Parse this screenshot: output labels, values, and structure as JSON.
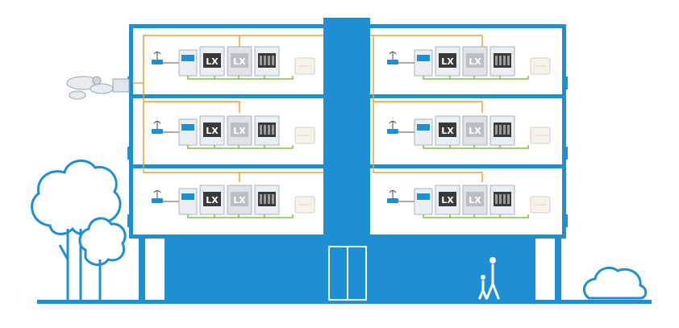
{
  "colors": {
    "building": "#1e8fd2",
    "bus_wire": "#e8a23a",
    "green_wire": "#7fc04a",
    "module_body": "#eceff1",
    "module_dark": "#3a3a3a",
    "plate": "#f5f3ea",
    "window_fill": "#ffffff",
    "background": "#ffffff"
  },
  "icons": {
    "router": "wifi-router-icon",
    "module": "din-rail-module-icon",
    "wall_switch": "wall-switch-icon",
    "ceiling_fixture": "ceiling-light-fixture-icon",
    "tree": "tree-icon",
    "bush": "bush-icon",
    "people": "adult-and-child-icon",
    "door": "entrance-door-icon"
  },
  "floors": [
    {
      "name": "floor-3",
      "rooms": [
        "left",
        "right"
      ]
    },
    {
      "name": "floor-2",
      "rooms": [
        "left",
        "right"
      ]
    },
    {
      "name": "floor-1",
      "rooms": [
        "left",
        "right"
      ]
    }
  ],
  "device_labels": {
    "miniserver": "LX",
    "extension": "LX"
  }
}
